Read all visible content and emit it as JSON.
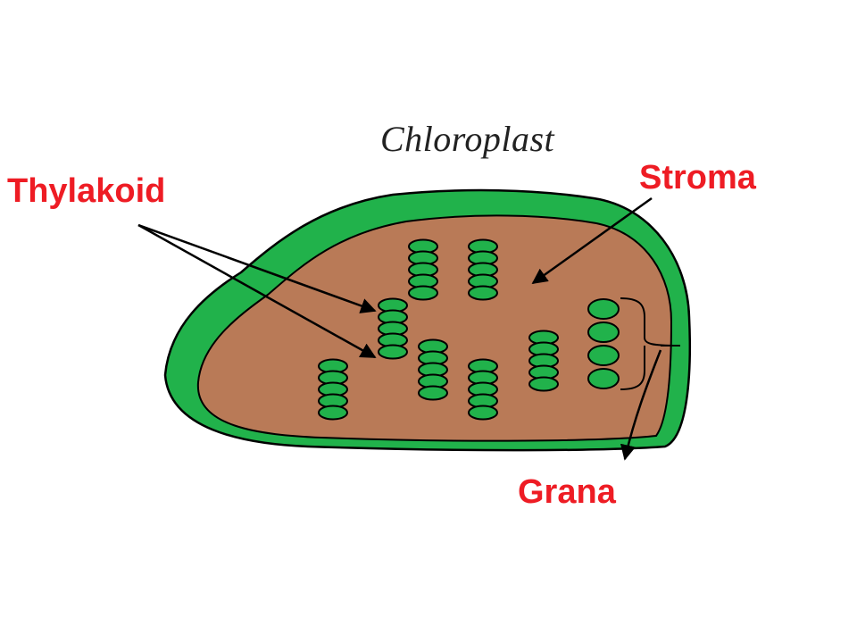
{
  "title": "Chloroplast",
  "labels": {
    "thylakoid": "Thylakoid",
    "stroma": "Stroma",
    "grana": "Grana"
  },
  "colors": {
    "envelope": "#21b24b",
    "stroma": "#b97a57",
    "thylakoid": "#21b24b",
    "outline": "#000000",
    "label": "#ee1c24"
  }
}
